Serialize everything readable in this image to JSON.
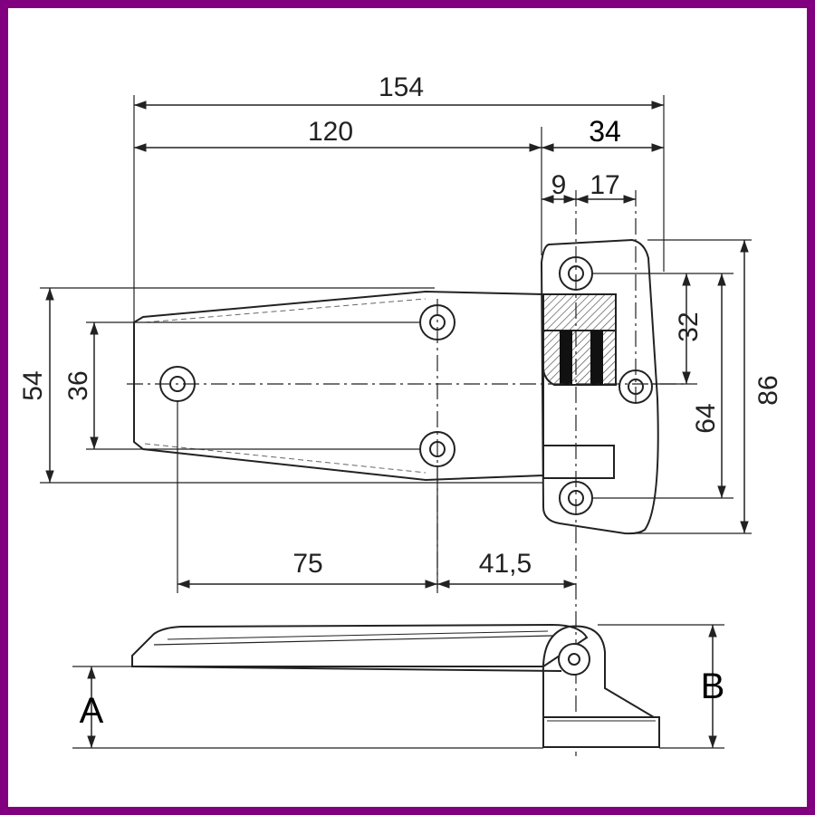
{
  "drawing": {
    "dimensions": {
      "overall_length": "154",
      "leaf_length": "120",
      "knuckle_width": "34",
      "pin_offset": "9",
      "knuckle_hole_offset": "17",
      "leaf_height": "54",
      "leaf_hole_spacing": "36",
      "knuckle_hole_spacing": "32",
      "knuckle_outer_spacing": "64",
      "overall_height": "86",
      "hole_to_hole": "75",
      "hole_to_pin": "41,5"
    },
    "side_view_labels": {
      "offset_a": "A",
      "offset_b": "B"
    }
  }
}
